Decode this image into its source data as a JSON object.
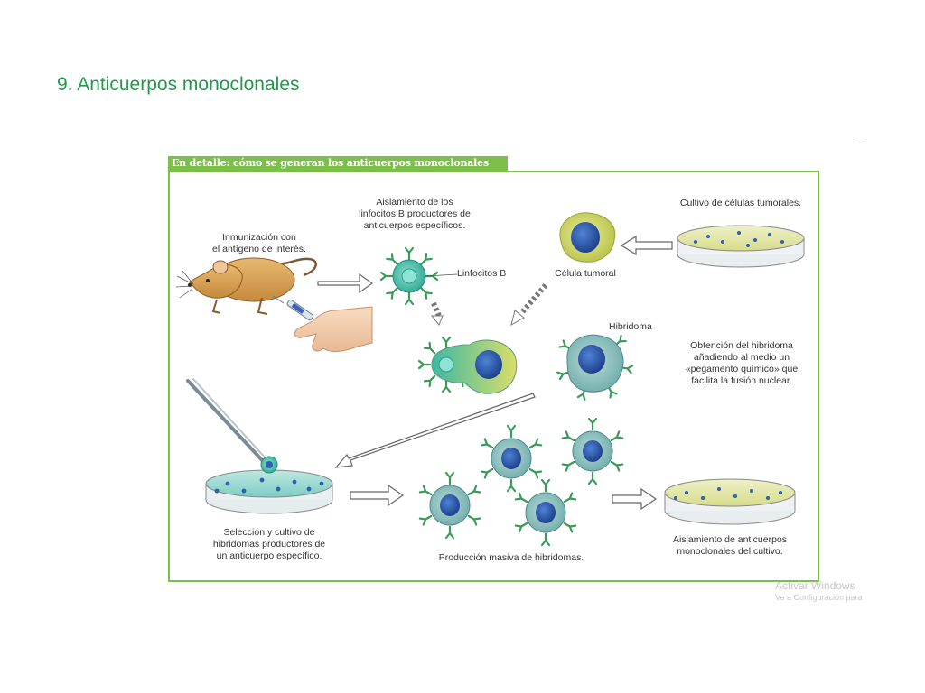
{
  "slide": {
    "title": "9. Anticuerpos monoclonales"
  },
  "figure": {
    "tab_title": "En detalle: cómo se generan los anticuerpos monoclonales",
    "labels": {
      "inmunizacion": "Inmunización con\nel antígeno de interés.",
      "aislamiento_linfocitos": "Aislamiento de los\nlinfocitos B productores de\nanticuerpos específicos.",
      "linfocitos_b": "Linfocitos B",
      "celula_tumoral": "Célula tumoral",
      "cultivo_tumorales": "Cultivo de células tumorales.",
      "hibridoma": "Hibridoma",
      "obtencion_hibridoma": "Obtención del hibridoma\nañadiendo al medio un\n«pegamento químico» que\nfacilita la fusión nuclear.",
      "seleccion_cultivo": "Selección y cultivo de\nhibridomas productores de\nun anticuerpo específico.",
      "produccion_masiva": "Producción masiva de hibridomas.",
      "aislamiento_anticuerpos": "Aislamiento de anticuerpos\nmonoclonales del cultivo."
    },
    "colors": {
      "frame_green": "#7cc049",
      "cell_teal": "#3fb8a4",
      "nucleus_blue": "#2f5fb3",
      "tumor_yellow": "#cfd66a",
      "antibody_green": "#3a9a58"
    }
  },
  "watermark": {
    "line1": "Activar Windows",
    "line2": "Ve a Configuración para"
  }
}
